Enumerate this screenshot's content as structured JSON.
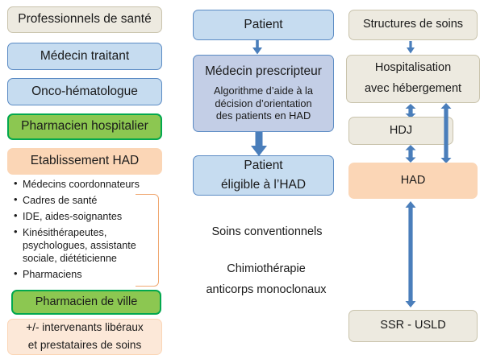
{
  "diagram": {
    "title_partial": "",
    "colors": {
      "beige": "#EDEAE0",
      "light_blue": "#C6DCF0",
      "blue_gray": "#C3CEE6",
      "green": "#8CC751",
      "green_border": "#03A84E",
      "orange": "#FBD6B6",
      "orange_border": "#F0A871",
      "arrow_blue": "#4A7EBB"
    },
    "left_column": {
      "boxes": [
        {
          "id": "professionnels-de-sante",
          "label": "Professionnels de santé",
          "style": "beige"
        },
        {
          "id": "medecin-traitant",
          "label": "Médecin traitant",
          "style": "blue"
        },
        {
          "id": "onco-hematologue",
          "label": "Onco-hématologue",
          "style": "blue"
        },
        {
          "id": "pharmacien-hospitalier",
          "label": "Pharmacien hospitalier",
          "style": "green"
        },
        {
          "id": "etablissement-had",
          "label": "Etablissement HAD",
          "style": "orange"
        }
      ],
      "bullets": [
        "Médecins coordonnateurs",
        "Cadres de santé",
        "IDE, aides-soignantes",
        "Kinésithérapeutes, psychologues, assistante sociale, diététicienne",
        "Pharmaciens"
      ],
      "bottom_boxes": [
        {
          "id": "pharmacien-de-ville",
          "label": "Pharmacien de ville",
          "style": "green"
        },
        {
          "id": "intervenants-liberaux",
          "line1": "+/- intervenants libéraux",
          "line2": "et prestataires de soins",
          "style": "peach"
        }
      ]
    },
    "middle_column": {
      "boxes": [
        {
          "id": "patient",
          "label": "Patient",
          "style": "blue"
        },
        {
          "id": "medecin-prescripteur",
          "label": "Médecin prescripteur",
          "sub_line1": "Algorithme d’aide à la",
          "sub_line2": "décision d’orientation",
          "sub_line3": "des patients en HAD",
          "style": "blue-gray"
        },
        {
          "id": "patient-eligible",
          "line1": "Patient",
          "line2": "éligible à l’HAD",
          "style": "blue"
        },
        {
          "id": "soins-conventionnels",
          "label": "Soins conventionnels",
          "style": "white-orange"
        },
        {
          "id": "chimiotherapie",
          "line1": "Chimiothérapie",
          "line2": "anticorps monoclonaux",
          "style": "white-orange"
        }
      ]
    },
    "right_column": {
      "boxes": [
        {
          "id": "structures-de-soins",
          "label": "Structures de soins",
          "style": "beige"
        },
        {
          "id": "hospitalisation",
          "line1": "Hospitalisation",
          "line2": "avec hébergement",
          "style": "beige"
        },
        {
          "id": "hdj",
          "label": "HDJ",
          "style": "beige"
        },
        {
          "id": "had",
          "label": "HAD",
          "style": "orange"
        },
        {
          "id": "ssr-usld",
          "label": "SSR - USLD",
          "style": "beige"
        }
      ]
    },
    "arrows": [
      {
        "id": "patient-to-prescripteur",
        "direction": "down",
        "weight": "thin"
      },
      {
        "id": "prescripteur-to-eligible",
        "direction": "down",
        "weight": "thick"
      },
      {
        "id": "structures-to-hospitalisation",
        "direction": "down",
        "weight": "thin"
      },
      {
        "id": "hospitalisation-to-hdj",
        "direction": "both",
        "weight": "medium"
      },
      {
        "id": "hdj-to-had",
        "direction": "both",
        "weight": "medium"
      },
      {
        "id": "hospitalisation-to-had",
        "direction": "both",
        "weight": "medium"
      },
      {
        "id": "had-to-ssr-usld",
        "direction": "both",
        "weight": "medium"
      }
    ]
  }
}
